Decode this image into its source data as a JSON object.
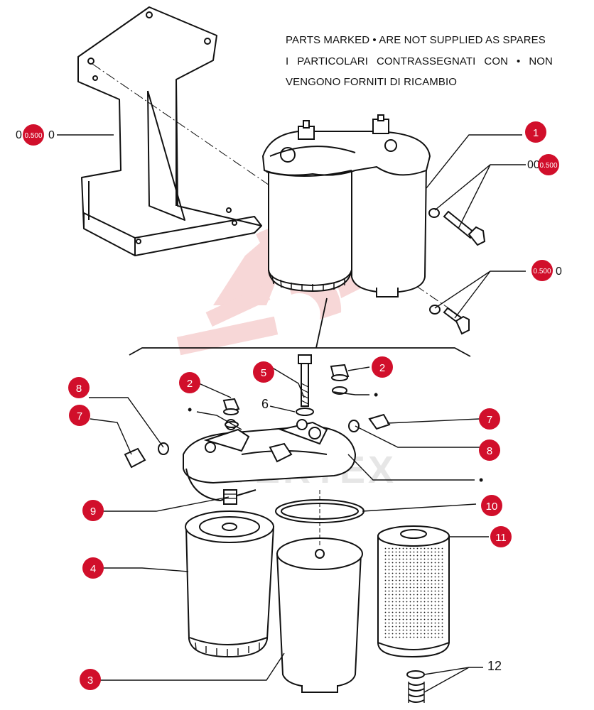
{
  "notes": {
    "line1": "PARTS MARKED • ARE NOT SUPPLIED AS SPARES",
    "line2": "I PARTICOLARI CONTRASSEGNATI CON • NON",
    "line3": "VENGONO FORNITI DI RICAMBIO"
  },
  "watermark": "VERTEX",
  "dot_marker": "•",
  "colors": {
    "callout": "#d10f2b",
    "callout_text": "#ffffff",
    "ink": "#111111",
    "watermark": "#f2b7b7"
  },
  "callouts": [
    {
      "id": "c1",
      "label": "1"
    },
    {
      "id": "c2a",
      "label": "2"
    },
    {
      "id": "c2b",
      "label": "2"
    },
    {
      "id": "c3",
      "label": "3"
    },
    {
      "id": "c4",
      "label": "4"
    },
    {
      "id": "c5",
      "label": "5"
    },
    {
      "id": "c7a",
      "label": "7"
    },
    {
      "id": "c7b",
      "label": "7"
    },
    {
      "id": "c8a",
      "label": "8"
    },
    {
      "id": "c8b",
      "label": "8"
    },
    {
      "id": "c9",
      "label": "9"
    },
    {
      "id": "c10",
      "label": "10"
    },
    {
      "id": "c11",
      "label": "11"
    },
    {
      "id": "cb1",
      "label": "0.500"
    },
    {
      "id": "cb2",
      "label": "0.500"
    },
    {
      "id": "cb3",
      "label": "0.500"
    }
  ],
  "plain_labels": [
    {
      "id": "p6",
      "label": "6"
    },
    {
      "id": "p12",
      "label": "12"
    },
    {
      "id": "pl1",
      "label": "0",
      "suffix": "0"
    },
    {
      "id": "pl2",
      "label": "00"
    },
    {
      "id": "pl3",
      "label": "0"
    }
  ]
}
